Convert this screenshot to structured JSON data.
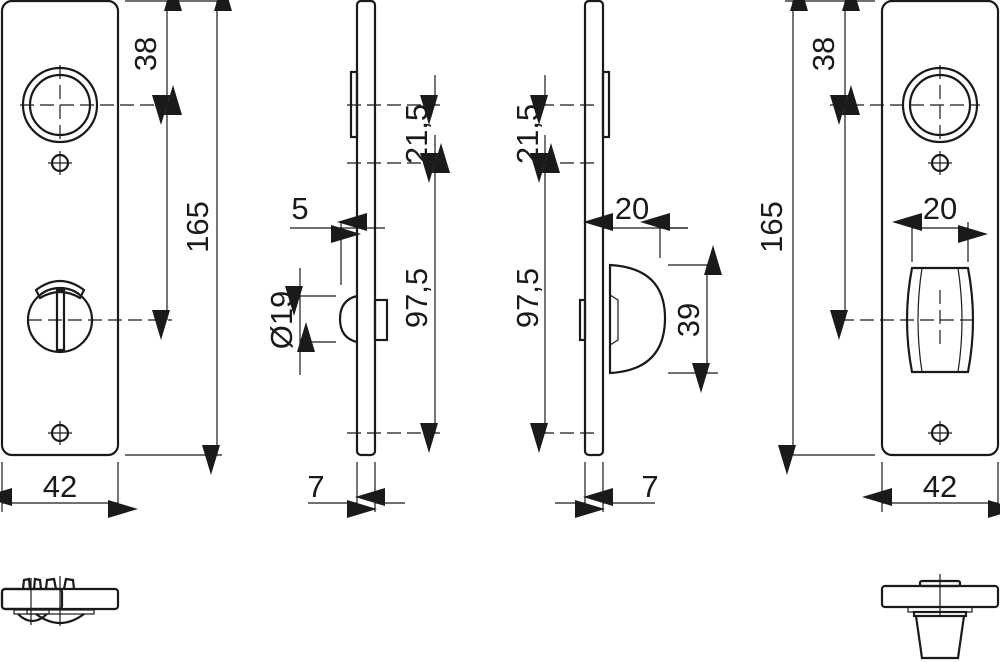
{
  "drawing": {
    "front_left": {
      "dim_top": "38",
      "dim_height": "165",
      "dim_width": "42"
    },
    "side_left": {
      "dim_offset": "5",
      "dim_knob_diameter": "Ø19",
      "dim_upper": "21,5",
      "dim_lower": "97,5",
      "dim_thickness": "7"
    },
    "side_right": {
      "dim_upper": "21,5",
      "dim_lower": "97,5",
      "dim_knob_depth": "20",
      "dim_knob_height": "39",
      "dim_thickness": "7"
    },
    "front_right": {
      "dim_top": "38",
      "dim_height": "165",
      "dim_knob_width": "20",
      "dim_width": "42"
    }
  }
}
